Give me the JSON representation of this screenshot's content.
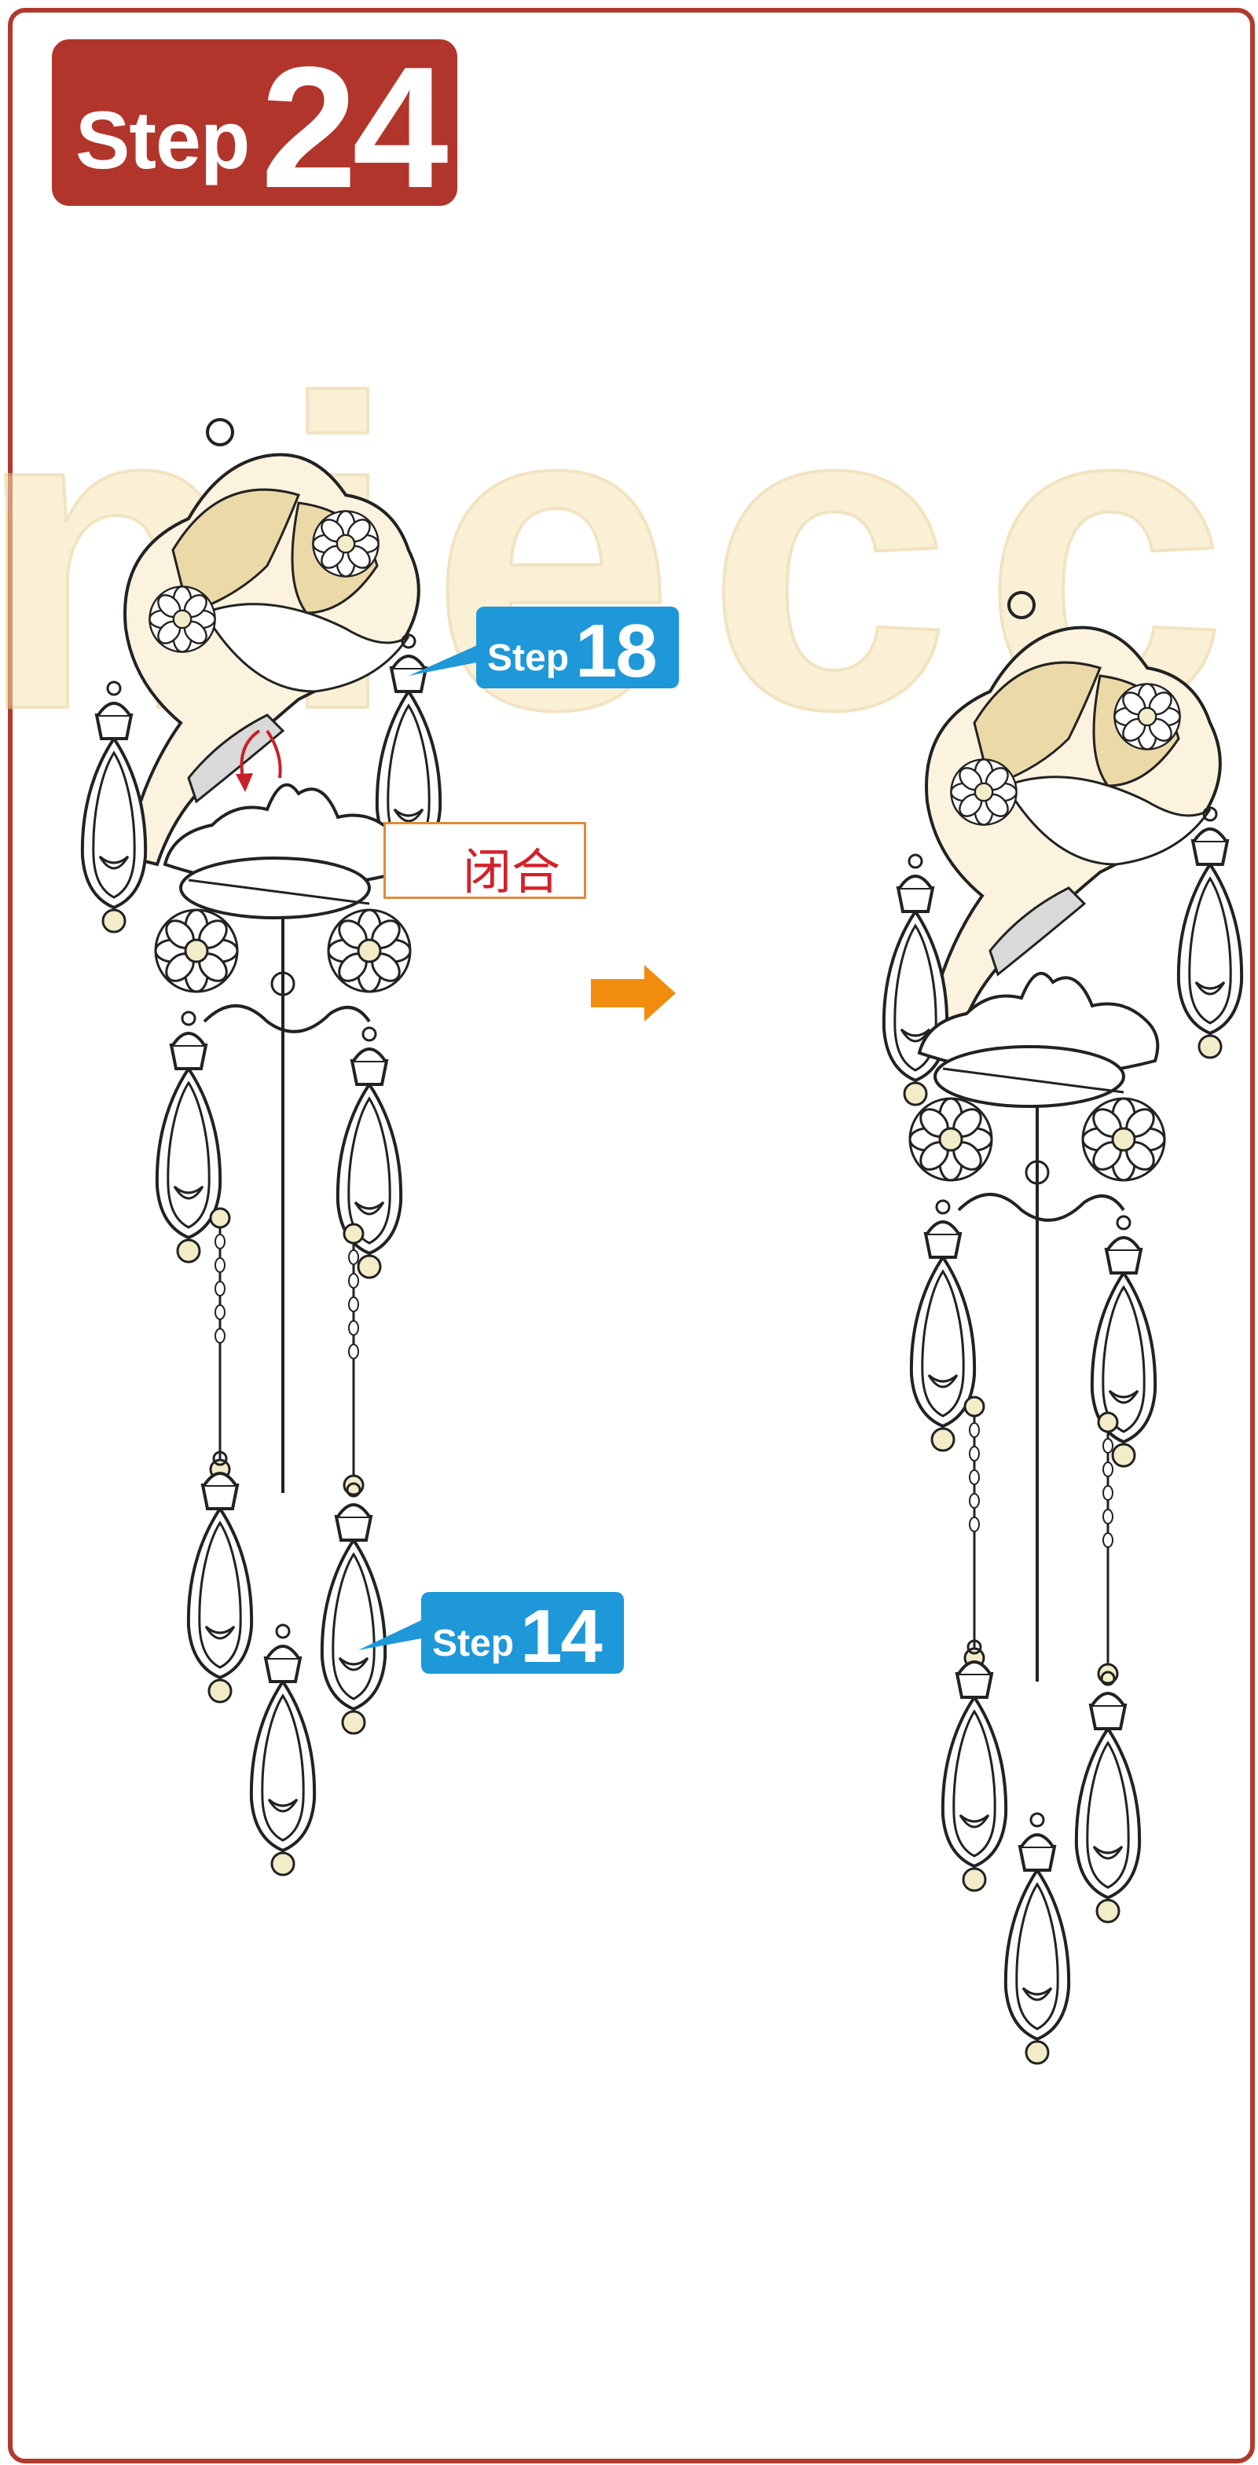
{
  "step": {
    "label": "Step",
    "number": "24"
  },
  "callouts": [
    {
      "label": "Step",
      "number": "18"
    },
    {
      "label": "Step",
      "number": "14"
    }
  ],
  "instruction": {
    "text": "闭合",
    "symbol": "S"
  },
  "watermark": {
    "text": "niecc"
  },
  "colors": {
    "frame": "#b03a2e",
    "step_badge": "#b2352b",
    "callout": "#1e98d8",
    "arrow": "#f28c0f",
    "close_text": "#d4202a",
    "gold": "#e8cd8e",
    "pearl": "#f2ecc8"
  },
  "icons": [
    "right-arrow-icon",
    "close-ring-icon",
    "pliers-arrow-icon"
  ]
}
